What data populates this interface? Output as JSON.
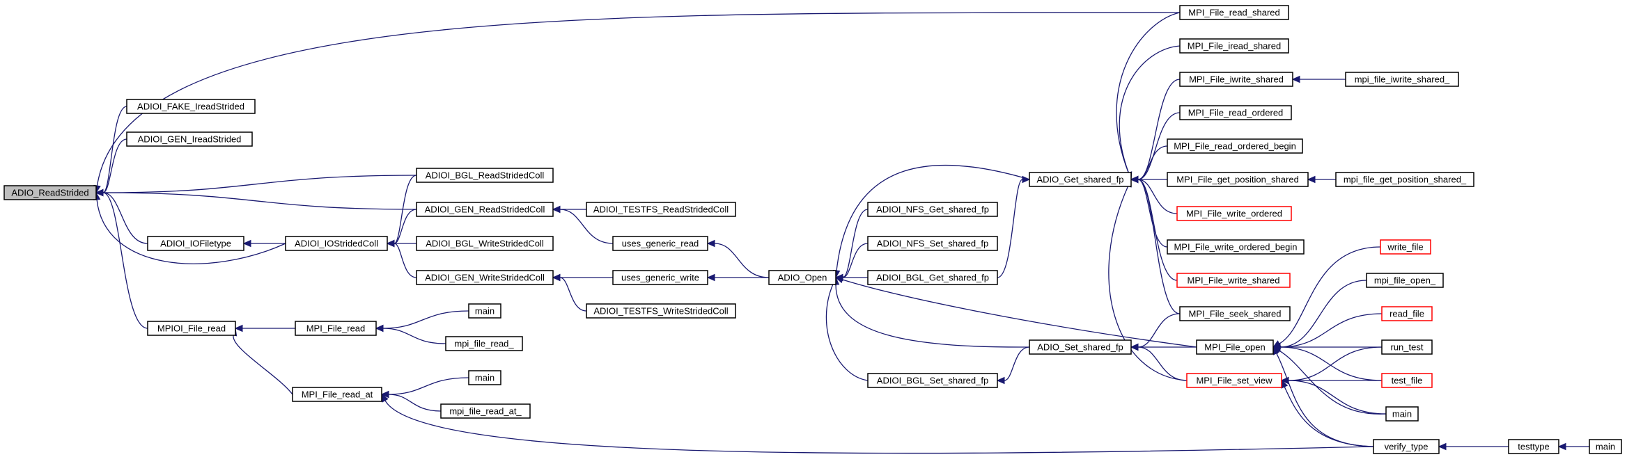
{
  "colors": {
    "edge": "#191970",
    "node_border": "#000000",
    "truncated_border": "#ff0000",
    "current_fill": "#bfbfbf"
  },
  "nodes": {
    "adio_readstrided": {
      "label": "ADIO_ReadStrided",
      "current": true
    },
    "adioi_fake_ireadstrided": {
      "label": "ADIOI_FAKE_IreadStrided"
    },
    "adioi_gen_ireadstrided": {
      "label": "ADIOI_GEN_IreadStrided"
    },
    "adioi_iofiletype": {
      "label": "ADIOI_IOFiletype"
    },
    "mpioi_file_read": {
      "label": "MPIOI_File_read"
    },
    "adioi_iostridedcoll": {
      "label": "ADIOI_IOStridedColl"
    },
    "mpi_file_read": {
      "label": "MPI_File_read"
    },
    "mpi_file_read_at": {
      "label": "MPI_File_read_at"
    },
    "adioi_bgl_readstridedcoll": {
      "label": "ADIOI_BGL_ReadStridedColl"
    },
    "adioi_gen_readstridedcoll": {
      "label": "ADIOI_GEN_ReadStridedColl"
    },
    "adioi_bgl_writestridedcoll": {
      "label": "ADIOI_BGL_WriteStridedColl"
    },
    "adioi_gen_writestridedcoll": {
      "label": "ADIOI_GEN_WriteStridedColl"
    },
    "main_1": {
      "label": "main"
    },
    "mpi_file_read_": {
      "label": "mpi_file_read_"
    },
    "main_2": {
      "label": "main"
    },
    "mpi_file_read_at_": {
      "label": "mpi_file_read_at_"
    },
    "adioi_testfs_readstridedcoll": {
      "label": "ADIOI_TESTFS_ReadStridedColl"
    },
    "uses_generic_read": {
      "label": "uses_generic_read"
    },
    "uses_generic_write": {
      "label": "uses_generic_write"
    },
    "adioi_testfs_writestridedcoll": {
      "label": "ADIOI_TESTFS_WriteStridedColl"
    },
    "adio_open": {
      "label": "ADIO_Open"
    },
    "adioi_nfs_get_shared_fp": {
      "label": "ADIOI_NFS_Get_shared_fp"
    },
    "adioi_nfs_set_shared_fp": {
      "label": "ADIOI_NFS_Set_shared_fp"
    },
    "adioi_bgl_get_shared_fp": {
      "label": "ADIOI_BGL_Get_shared_fp"
    },
    "adioi_bgl_set_shared_fp": {
      "label": "ADIOI_BGL_Set_shared_fp"
    },
    "adio_get_shared_fp": {
      "label": "ADIO_Get_shared_fp"
    },
    "adio_set_shared_fp": {
      "label": "ADIO_Set_shared_fp"
    },
    "mpi_file_read_shared": {
      "label": "MPI_File_read_shared"
    },
    "mpi_file_iread_shared": {
      "label": "MPI_File_iread_shared"
    },
    "mpi_file_iwrite_shared": {
      "label": "MPI_File_iwrite_shared"
    },
    "mpi_file_read_ordered": {
      "label": "MPI_File_read_ordered"
    },
    "mpi_file_read_ordered_begin": {
      "label": "MPI_File_read_ordered_begin"
    },
    "mpi_file_get_position_shared": {
      "label": "MPI_File_get_position_shared"
    },
    "mpi_file_write_ordered": {
      "label": "MPI_File_write_ordered",
      "truncated": true
    },
    "mpi_file_write_ordered_begin": {
      "label": "MPI_File_write_ordered_begin"
    },
    "mpi_file_write_shared": {
      "label": "MPI_File_write_shared",
      "truncated": true
    },
    "mpi_file_seek_shared": {
      "label": "MPI_File_seek_shared"
    },
    "mpi_file_open": {
      "label": "MPI_File_open"
    },
    "mpi_file_set_view": {
      "label": "MPI_File_set_view",
      "truncated": true
    },
    "mpi_file_iwrite_shared_": {
      "label": "mpi_file_iwrite_shared_"
    },
    "mpi_file_get_position_shared_": {
      "label": "mpi_file_get_position_shared_"
    },
    "write_file": {
      "label": "write_file",
      "truncated": true
    },
    "mpi_file_open_": {
      "label": "mpi_file_open_"
    },
    "read_file": {
      "label": "read_file",
      "truncated": true
    },
    "run_test": {
      "label": "run_test"
    },
    "test_file": {
      "label": "test_file",
      "truncated": true
    },
    "main_3": {
      "label": "main"
    },
    "verify_type": {
      "label": "verify_type"
    },
    "testtype": {
      "label": "testtype"
    },
    "main_4": {
      "label": "main"
    }
  },
  "edges": [
    [
      "mpi_file_read_shared",
      "adio_readstrided"
    ],
    [
      "adioi_fake_ireadstrided",
      "adio_readstrided"
    ],
    [
      "adioi_gen_ireadstrided",
      "adio_readstrided"
    ],
    [
      "adioi_bgl_readstridedcoll",
      "adio_readstrided"
    ],
    [
      "adioi_gen_readstridedcoll",
      "adio_readstrided"
    ],
    [
      "adioi_iofiletype",
      "adio_readstrided"
    ],
    [
      "adioi_iostridedcoll",
      "adio_readstrided"
    ],
    [
      "mpioi_file_read",
      "adio_readstrided"
    ],
    [
      "adioi_iostridedcoll",
      "adioi_iofiletype"
    ],
    [
      "adioi_bgl_readstridedcoll",
      "adioi_iostridedcoll"
    ],
    [
      "adioi_gen_readstridedcoll",
      "adioi_iostridedcoll"
    ],
    [
      "adioi_bgl_writestridedcoll",
      "adioi_iostridedcoll"
    ],
    [
      "adioi_gen_writestridedcoll",
      "adioi_iostridedcoll"
    ],
    [
      "adioi_testfs_readstridedcoll",
      "adioi_gen_readstridedcoll"
    ],
    [
      "uses_generic_read",
      "adioi_gen_readstridedcoll"
    ],
    [
      "uses_generic_write",
      "adioi_gen_writestridedcoll"
    ],
    [
      "adioi_testfs_writestridedcoll",
      "adioi_gen_writestridedcoll"
    ],
    [
      "adio_open",
      "uses_generic_read"
    ],
    [
      "adio_open",
      "uses_generic_write"
    ],
    [
      "mpi_file_read",
      "mpioi_file_read"
    ],
    [
      "mpi_file_read_at",
      "mpioi_file_read"
    ],
    [
      "main_1",
      "mpi_file_read"
    ],
    [
      "mpi_file_read_",
      "mpi_file_read"
    ],
    [
      "main_2",
      "mpi_file_read_at"
    ],
    [
      "mpi_file_read_at_",
      "mpi_file_read_at"
    ],
    [
      "verify_type",
      "mpi_file_read_at"
    ],
    [
      "adio_get_shared_fp",
      "adio_open"
    ],
    [
      "adioi_nfs_get_shared_fp",
      "adio_open"
    ],
    [
      "adioi_nfs_set_shared_fp",
      "adio_open"
    ],
    [
      "adioi_bgl_get_shared_fp",
      "adio_open"
    ],
    [
      "adioi_bgl_set_shared_fp",
      "adio_open"
    ],
    [
      "adio_set_shared_fp",
      "adio_open"
    ],
    [
      "mpi_file_open",
      "adio_open"
    ],
    [
      "adioi_bgl_get_shared_fp",
      "adio_get_shared_fp"
    ],
    [
      "adio_set_shared_fp",
      "adioi_bgl_set_shared_fp"
    ],
    [
      "mpi_file_read_shared",
      "adio_get_shared_fp"
    ],
    [
      "mpi_file_iread_shared",
      "adio_get_shared_fp"
    ],
    [
      "mpi_file_iwrite_shared",
      "adio_get_shared_fp"
    ],
    [
      "mpi_file_read_ordered",
      "adio_get_shared_fp"
    ],
    [
      "mpi_file_read_ordered_begin",
      "adio_get_shared_fp"
    ],
    [
      "mpi_file_get_position_shared",
      "adio_get_shared_fp"
    ],
    [
      "mpi_file_write_ordered",
      "adio_get_shared_fp"
    ],
    [
      "mpi_file_write_ordered_begin",
      "adio_get_shared_fp"
    ],
    [
      "mpi_file_write_shared",
      "adio_get_shared_fp"
    ],
    [
      "mpi_file_seek_shared",
      "adio_get_shared_fp"
    ],
    [
      "mpi_file_set_view",
      "adio_get_shared_fp"
    ],
    [
      "mpi_file_seek_shared",
      "adio_set_shared_fp"
    ],
    [
      "mpi_file_open",
      "adio_set_shared_fp"
    ],
    [
      "mpi_file_set_view",
      "adio_set_shared_fp"
    ],
    [
      "mpi_file_iwrite_shared_",
      "mpi_file_iwrite_shared"
    ],
    [
      "mpi_file_get_position_shared_",
      "mpi_file_get_position_shared"
    ],
    [
      "write_file",
      "mpi_file_open"
    ],
    [
      "mpi_file_open_",
      "mpi_file_open"
    ],
    [
      "read_file",
      "mpi_file_open"
    ],
    [
      "run_test",
      "mpi_file_open"
    ],
    [
      "test_file",
      "mpi_file_open"
    ],
    [
      "main_3",
      "mpi_file_open"
    ],
    [
      "verify_type",
      "mpi_file_open"
    ],
    [
      "run_test",
      "mpi_file_set_view"
    ],
    [
      "test_file",
      "mpi_file_set_view"
    ],
    [
      "main_3",
      "mpi_file_set_view"
    ],
    [
      "verify_type",
      "mpi_file_set_view"
    ],
    [
      "testtype",
      "verify_type"
    ],
    [
      "main_4",
      "testtype"
    ]
  ]
}
